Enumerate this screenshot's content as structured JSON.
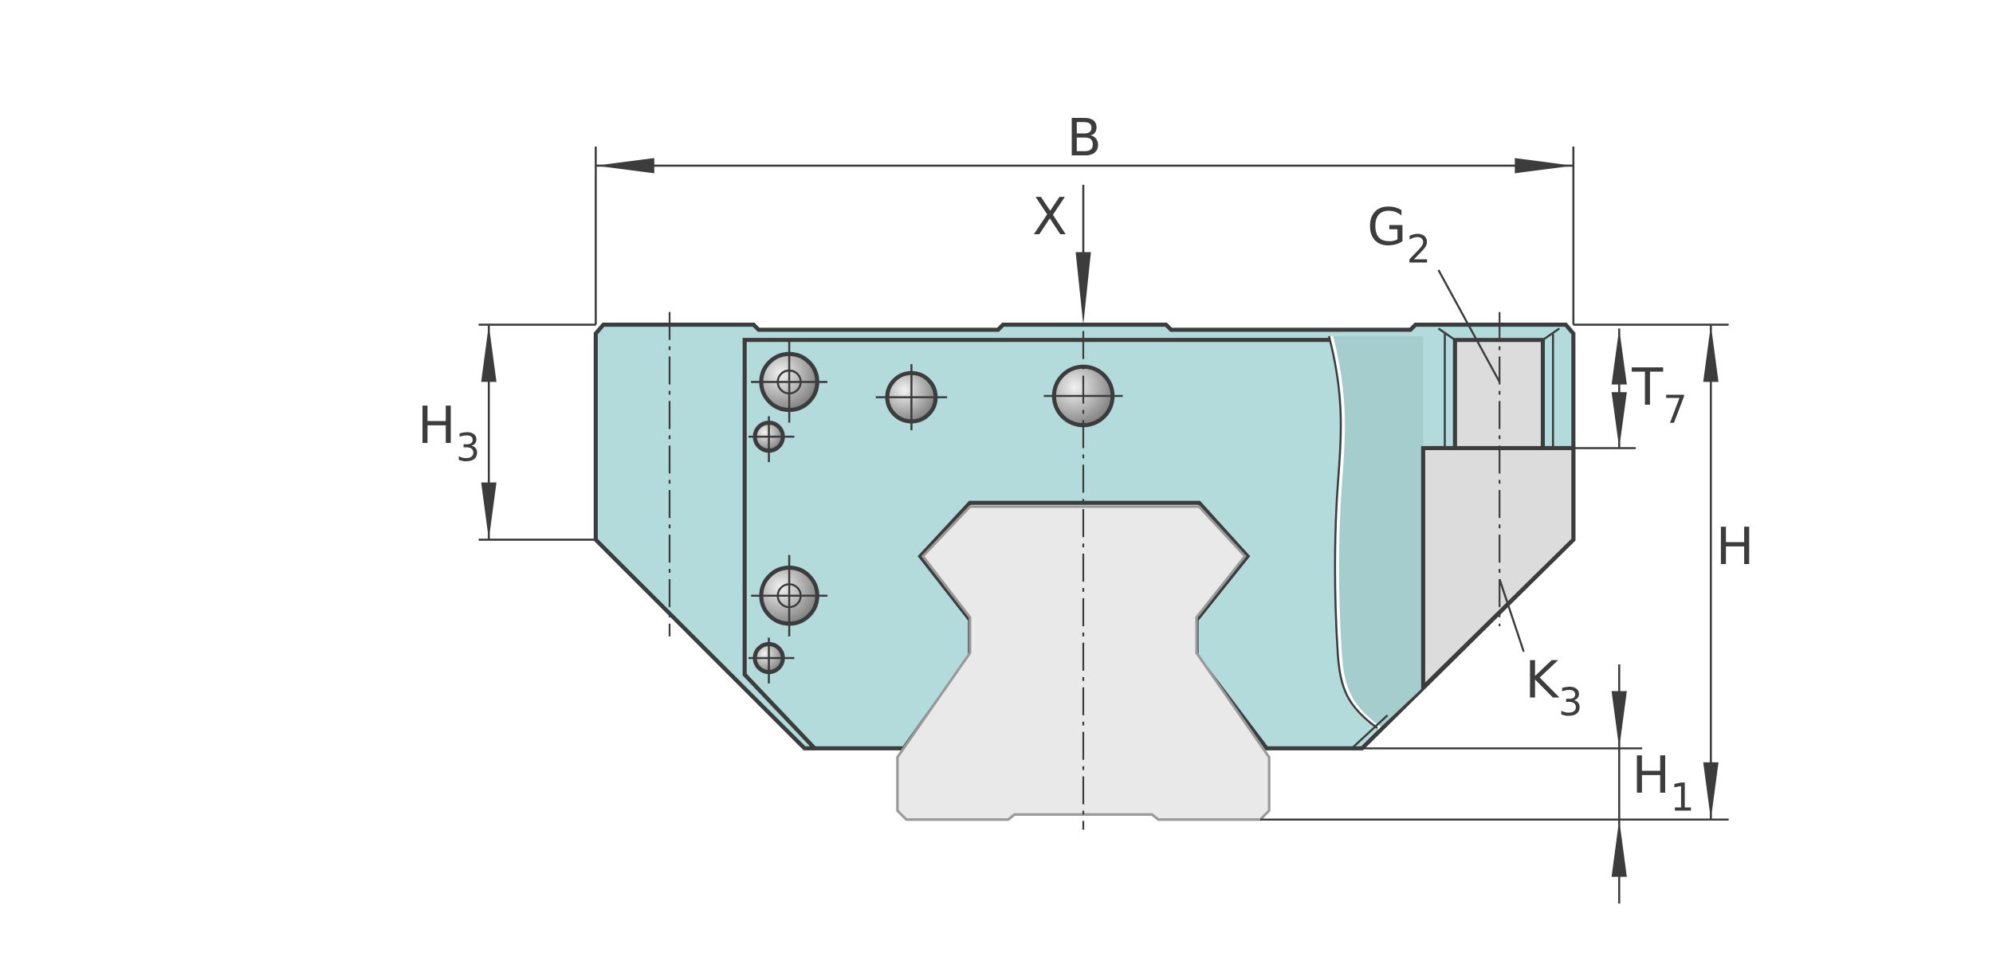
{
  "title": "Linear guide carriage and rail cross-section dimensions",
  "labels": {
    "B": {
      "main": "B",
      "sub": ""
    },
    "X": {
      "main": "X",
      "sub": ""
    },
    "G2": {
      "main": "G",
      "sub": "2"
    },
    "T7": {
      "main": "T",
      "sub": "7"
    },
    "H3": {
      "main": "H",
      "sub": "3"
    },
    "H": {
      "main": "H",
      "sub": ""
    },
    "K3": {
      "main": "K",
      "sub": "3"
    },
    "H1": {
      "main": "H",
      "sub": "1"
    }
  },
  "colors": {
    "carriage": "#b3dbdb",
    "carriage_dark": "#a6cdcd",
    "end_part": "#dcdcdc",
    "rail": "#e9e9e9",
    "line": "#3c3c3c"
  }
}
